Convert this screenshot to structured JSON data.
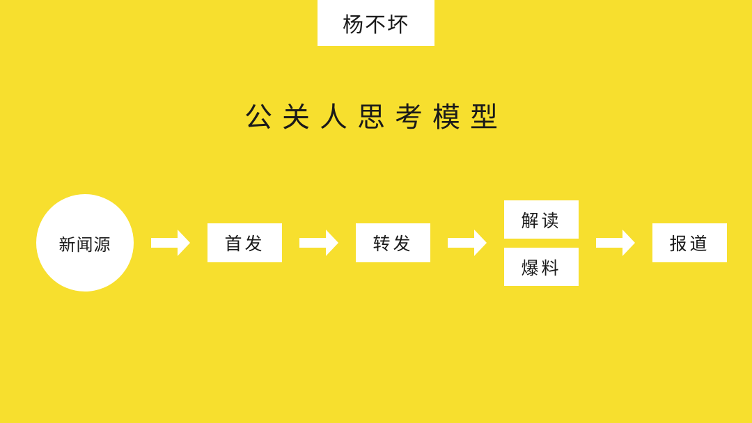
{
  "author": "杨不坏",
  "title": "公关人思考模型",
  "nodes": {
    "source": "新闻源",
    "first_post": "首发",
    "repost": "转发",
    "interpret": "解读",
    "reveal": "爆料",
    "report": "报道"
  },
  "colors": {
    "background": "#F7DF2E",
    "box": "#FFFFFF",
    "arrow": "#FFFFFF"
  }
}
